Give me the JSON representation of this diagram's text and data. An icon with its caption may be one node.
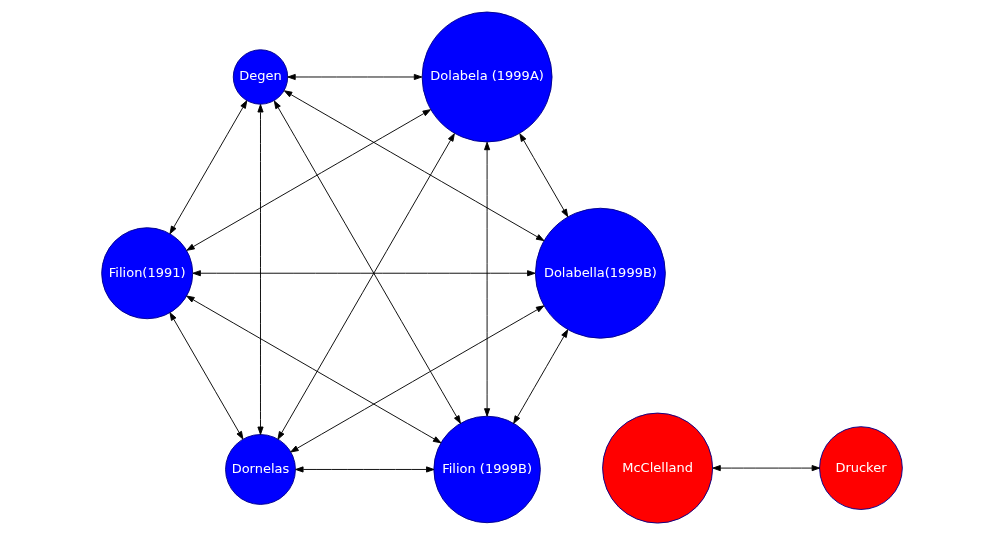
{
  "diagram": {
    "nodes": [
      {
        "text": [
          "Filion (1999B)"
        ]
      },
      {
        "text": [
          "Dolabella(1999B)"
        ]
      },
      {
        "text": [
          "Filion(1991)"
        ]
      },
      {
        "text": [
          "Degen"
        ]
      },
      {
        "text": [
          "Dolabela (1999A)"
        ]
      },
      {
        "text": [
          "Dornelas"
        ]
      },
      {
        "text": [
          "McClelland"
        ]
      },
      {
        "text": [
          "Drucker"
        ]
      }
    ],
    "edges": [
      {
        "from": 0,
        "to": 1,
        "arrow": "both"
      },
      {
        "from": 0,
        "to": 2,
        "arrow": "both"
      },
      {
        "from": 0,
        "to": 3,
        "arrow": "both"
      },
      {
        "from": 0,
        "to": 4,
        "arrow": "both"
      },
      {
        "from": 0,
        "to": 5,
        "arrow": "both"
      },
      {
        "from": 1,
        "to": 2,
        "arrow": "both"
      },
      {
        "from": 1,
        "to": 3,
        "arrow": "both"
      },
      {
        "from": 1,
        "to": 4,
        "arrow": "both"
      },
      {
        "from": 1,
        "to": 5,
        "arrow": "both"
      },
      {
        "from": 2,
        "to": 3,
        "arrow": "both"
      },
      {
        "from": 2,
        "to": 4,
        "arrow": "both"
      },
      {
        "from": 2,
        "to": 5,
        "arrow": "both"
      },
      {
        "from": 3,
        "to": 4,
        "arrow": "both"
      },
      {
        "from": 3,
        "to": 5,
        "arrow": "both"
      },
      {
        "from": 4,
        "to": 5,
        "arrow": "both"
      },
      {
        "from": 6,
        "to": 7,
        "arrow": "both"
      }
    ]
  }
}
